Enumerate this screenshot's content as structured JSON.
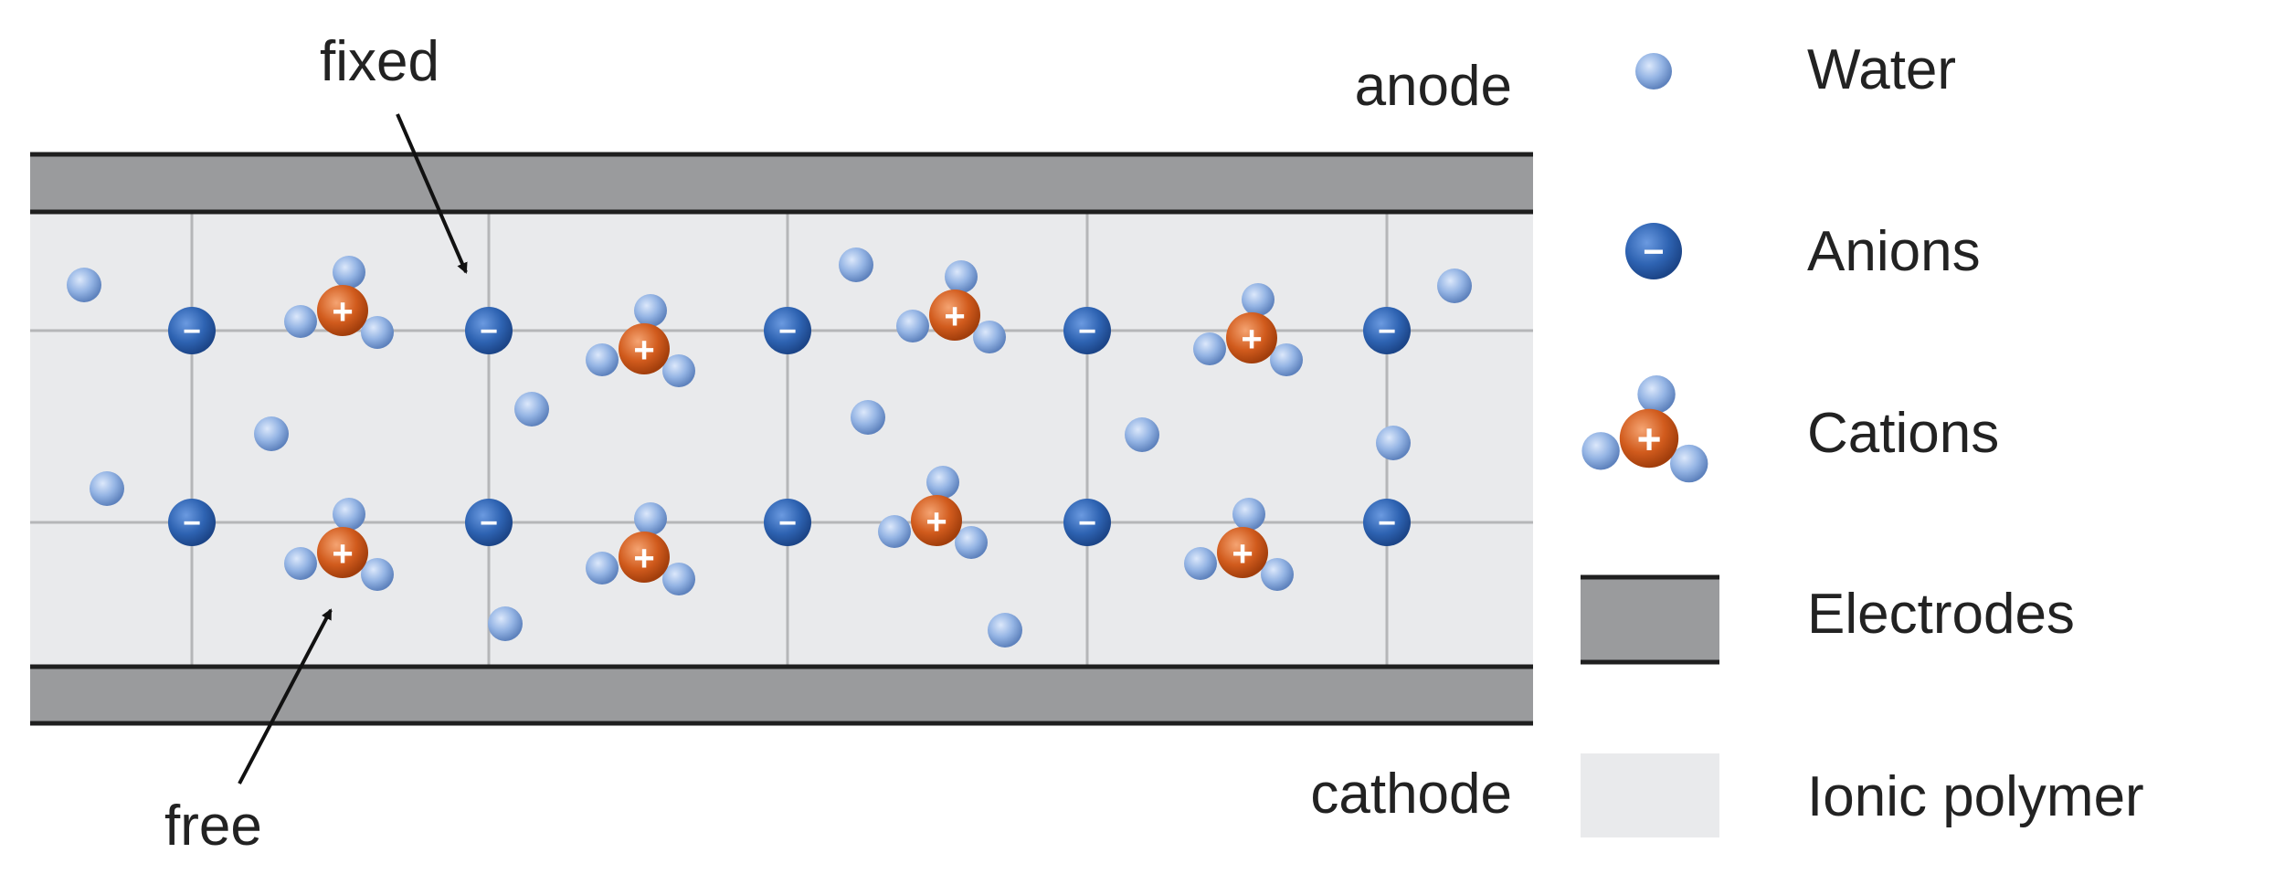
{
  "diagram": {
    "labels": {
      "fixed": "fixed",
      "free": "free",
      "anode": "anode",
      "cathode": "cathode"
    },
    "legend": [
      {
        "key": "water",
        "label": "Water"
      },
      {
        "key": "anion",
        "label": "Anions"
      },
      {
        "key": "cation",
        "label": "Cations"
      },
      {
        "key": "electrode",
        "label": "Electrodes"
      },
      {
        "key": "polymer",
        "label": "Ionic polymer"
      }
    ],
    "symbols": {
      "anion_sign": "−",
      "cation_sign": "+"
    },
    "colors": {
      "electrode_fill": "#9a9b9d",
      "electrode_edge": "#1f1f1f",
      "polymer_fill": "#e9eaec",
      "grid_line": "#b5b6b8",
      "water": "#8fb0e0",
      "anion": "#2f63b0",
      "cation": "#d05a1c",
      "text": "#222222"
    }
  }
}
